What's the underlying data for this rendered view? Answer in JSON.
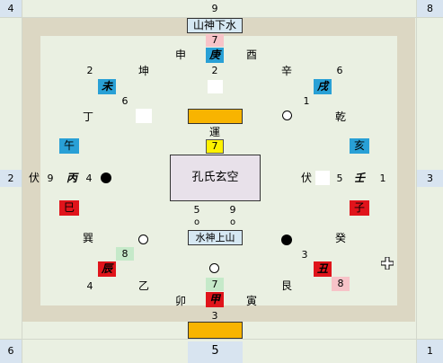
{
  "corners": {
    "top_left": "4",
    "top_right": "8",
    "middle_left": "2",
    "middle_right": "3",
    "bottom_left": "6",
    "bottom_right": "1"
  },
  "top": {
    "number": "9",
    "label": "山神下水",
    "pink_number": "7",
    "geng": "庚",
    "shen": "申",
    "you": "酉",
    "two": "2"
  },
  "bottom": {
    "number": "5",
    "yin_mao_left": "卯",
    "jia": "甲",
    "yin": "寅",
    "three": "3",
    "green_number": "7"
  },
  "left": {
    "fu": "伏",
    "nine": "9",
    "bing": "丙",
    "four": "4",
    "wu": "午",
    "si": "巳"
  },
  "right": {
    "fu": "伏",
    "five": "5",
    "ren": "壬",
    "one": "1",
    "hai": "亥",
    "zi": "子"
  },
  "upper_left": {
    "two": "2",
    "kun": "坤",
    "wei": "未",
    "six": "6",
    "ding": "丁"
  },
  "upper_right": {
    "xin": "辛",
    "six": "6",
    "xu": "戌",
    "one": "1",
    "qian": "乾"
  },
  "lower_left": {
    "xun": "巽",
    "green_number": "8",
    "chen": "辰",
    "four": "4",
    "yi": "乙"
  },
  "lower_right": {
    "gui": "癸",
    "three": "3",
    "chou": "丑",
    "pink_number": "8",
    "gen": "艮"
  },
  "center": {
    "title": "孔氏玄空",
    "yun_label": "運",
    "yun_number": "7",
    "five": "5",
    "nine": "9",
    "o1": "o",
    "o2": "o",
    "water_label": "水神上山"
  },
  "colors": {
    "frame": "#dcd7c3",
    "background": "#eaf0e2",
    "blue": "#29a0d6",
    "red": "#e0141b",
    "orange": "#f8b400",
    "yellow": "#fff200",
    "pink": "#f7c3c8",
    "green": "#c5e9c9"
  },
  "cursor_icon": "move-cursor-icon"
}
